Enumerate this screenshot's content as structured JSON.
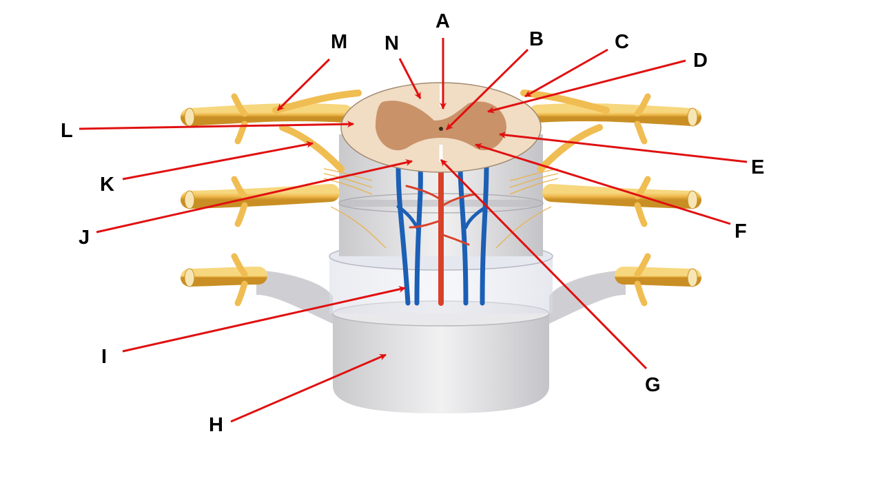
{
  "colors": {
    "arrow": "#e01010",
    "label": "#000000",
    "nerve": "#f2bf55",
    "nerve_dark": "#c98f24",
    "white_matter": "#f1dcc4",
    "gray_matter": "#c99269",
    "meninges": "#d9d9dc",
    "vein": "#1c5fb4",
    "artery": "#d8422a"
  },
  "labels": [
    {
      "id": "A",
      "text": "A"
    },
    {
      "id": "B",
      "text": "B"
    },
    {
      "id": "C",
      "text": "C"
    },
    {
      "id": "D",
      "text": "D"
    },
    {
      "id": "E",
      "text": "E"
    },
    {
      "id": "F",
      "text": "F"
    },
    {
      "id": "G",
      "text": "G"
    },
    {
      "id": "H",
      "text": "H"
    },
    {
      "id": "I",
      "text": "I"
    },
    {
      "id": "J",
      "text": "J"
    },
    {
      "id": "K",
      "text": "K"
    },
    {
      "id": "L",
      "text": "L"
    },
    {
      "id": "M",
      "text": "M"
    },
    {
      "id": "N",
      "text": "N"
    }
  ]
}
